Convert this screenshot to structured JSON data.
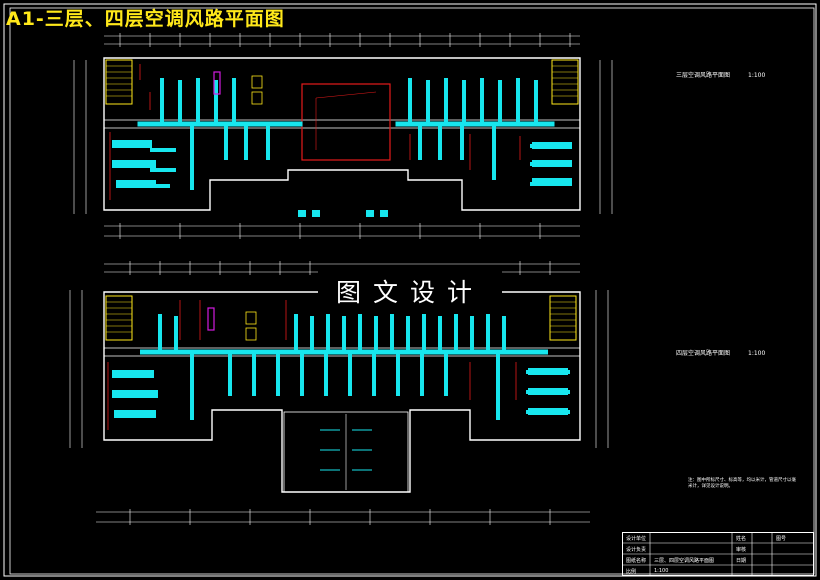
{
  "sheet": {
    "title": "A1-三层、四层空调风路平面图",
    "watermark": "图文设计"
  },
  "plans": [
    {
      "label": "三层空调风路平面图",
      "scale": "1:100"
    },
    {
      "label": "四层空调风路平面图",
      "scale": "1:100"
    }
  ],
  "note": "注：图中所标尺寸、标高等，均以米计，管道尺寸以毫米计，详见设计说明。",
  "title_block": {
    "rows": [
      "设计单位",
      "设计负责",
      "图纸名称",
      "比例"
    ],
    "drawing_name": "三层、四层空调风路平面图",
    "scale": "1:100",
    "fields": [
      "姓名",
      "审核",
      "日期",
      "图号"
    ]
  },
  "colors": {
    "duct": "#17e6ee",
    "wall": "#ffffff",
    "door": "#e41a1a",
    "stair": "#ffe81a",
    "accent": "#d21ce0"
  }
}
